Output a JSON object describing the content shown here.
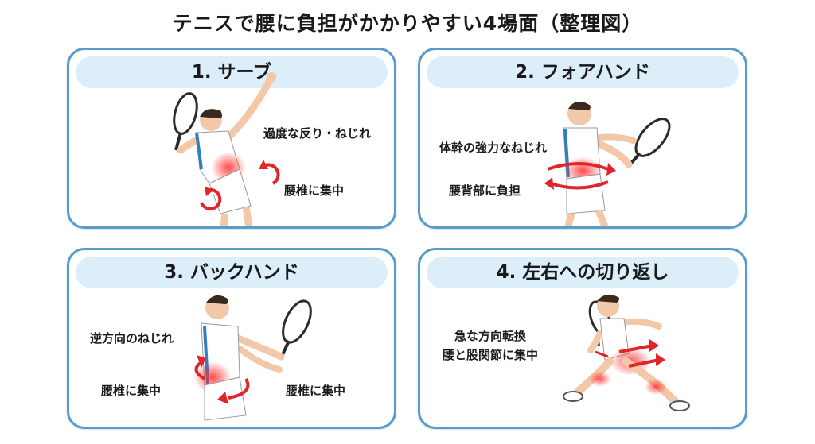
{
  "title": "テニスで腰に負担がかかりやすい4場面（整理図）",
  "panels": [
    {
      "title": "1. サーブ",
      "labels": [
        "過度な反り・ねじれ",
        "腰椎に集中"
      ]
    },
    {
      "title": "2. フォアハンド",
      "labels": [
        "体幹の強力なねじれ",
        "腰背部に負担"
      ]
    },
    {
      "title": "3. バックハンド",
      "labels": [
        "逆方向のねじれ",
        "腰椎に集中",
        "腰椎に集中"
      ]
    },
    {
      "title": "4. 左右への切り返し",
      "labels": [
        "急な方向転換\n腰と股関節に集中"
      ]
    }
  ],
  "colors": {
    "border": "#5b9bc9",
    "title_bar": "#dceefa",
    "stress_red": "#e0262a",
    "shirt_blue": "#2f7fc1"
  },
  "icons": [
    "tennis-player-serve",
    "tennis-player-forehand",
    "tennis-player-backhand",
    "tennis-player-lunge",
    "rotation-arrow"
  ]
}
